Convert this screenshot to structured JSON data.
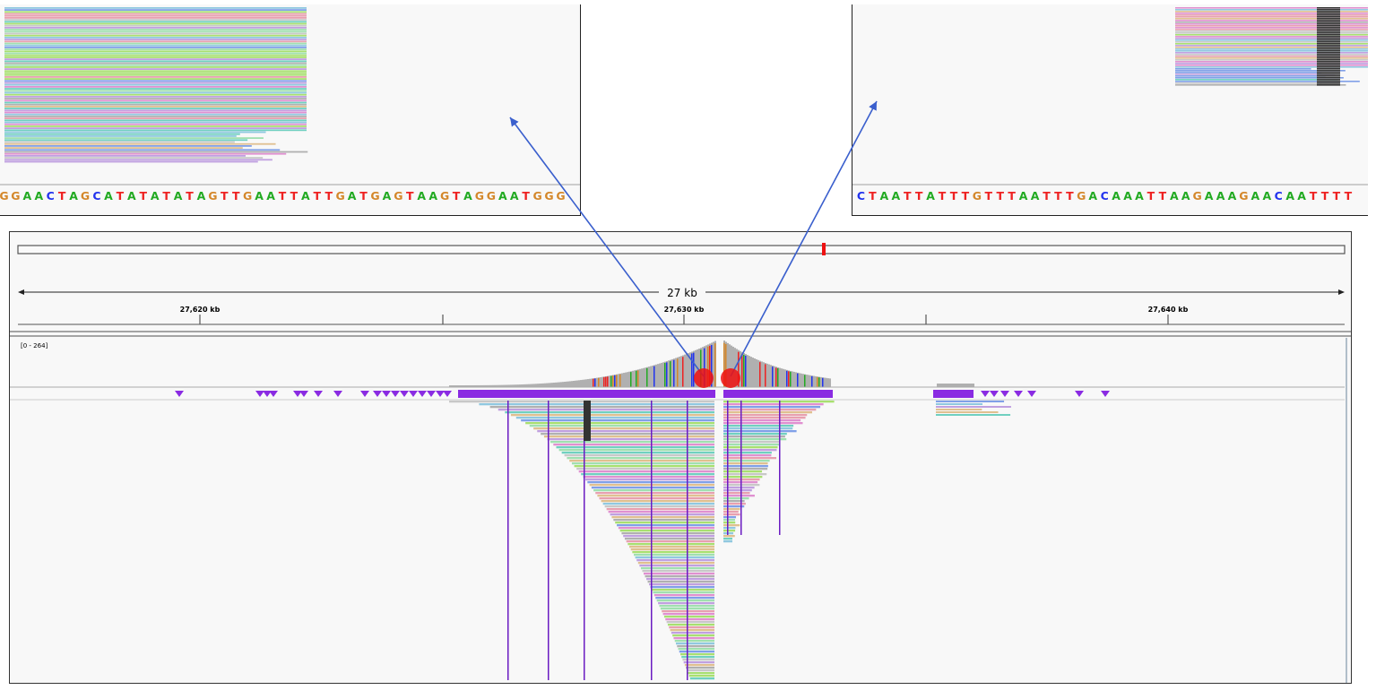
{
  "left_inset": {
    "sequence": "GGAACTAGCATATATATAGTTGAATTATTGATGAGTAAGTAGGAATGGG"
  },
  "right_inset": {
    "sequence": "CTAATTATTTGTTTAATTTGACAAATTAAGAAAGAACAATTTT"
  },
  "base_colors": {
    "A": "#22aa22",
    "C": "#2233ee",
    "G": "#d4872a",
    "T": "#ee2222"
  },
  "ruler": {
    "span_label": "27 kb",
    "tick_labels": [
      "27,620 kb",
      "27,630 kb",
      "27,640 kb"
    ]
  },
  "coverage_track": {
    "range_label": "[0 - 264]"
  },
  "colors": {
    "insertion": "#8a2be2",
    "highlight": "#ee1111",
    "arrow": "#3a5fcd",
    "coverage": "#b0b0b0",
    "ideogram_marker": "#ee1111"
  }
}
